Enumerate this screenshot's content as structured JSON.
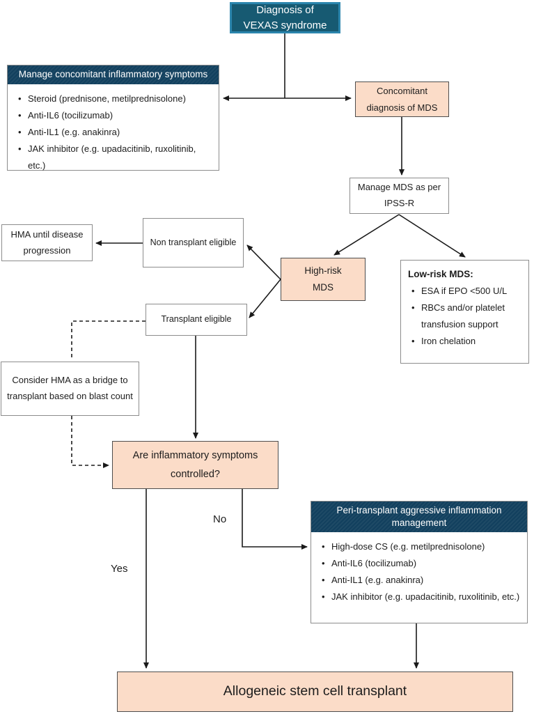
{
  "title": "VEXAS syndrome management flowchart",
  "colors": {
    "teal_fill": "#175a72",
    "teal_border": "#2b85ad",
    "navy_header": "#12405e",
    "peach_fill": "#fbdcc8",
    "dark_border": "#4d4d4d",
    "gray_border": "#8c8c8c",
    "line": "#1a1a1a"
  },
  "nodes": {
    "diagnosis": {
      "line1": "Diagnosis of",
      "line2": "VEXAS syndrome"
    },
    "manage_symptoms": {
      "title": "Manage concomitant inflammatory symptoms",
      "bullets": [
        "Steroid (prednisone, metilprednisolone)",
        "Anti-IL6 (tocilizumab)",
        "Anti-IL1 (e.g. anakinra)",
        "JAK inhibitor (e.g. upadacitinib, ruxolitinib, etc.)"
      ]
    },
    "concomitant_mds": {
      "line1": "Concomitant",
      "line2": "diagnosis of MDS"
    },
    "manage_mds": {
      "line1": "Manage MDS as per",
      "line2": "IPSS-R"
    },
    "hma": {
      "line1": "HMA until disease",
      "line2": "progression"
    },
    "non_transplant": {
      "label": "Non transplant eligible"
    },
    "high_risk": {
      "line1": "High-risk",
      "line2": "MDS"
    },
    "low_risk": {
      "title": "Low-risk MDS:",
      "bullets": [
        "ESA if EPO <500 U/L",
        "RBCs and/or platelet transfusion support",
        "Iron chelation"
      ]
    },
    "transplant": {
      "label": "Transplant eligible"
    },
    "consider_hma": {
      "line1": "Consider HMA as a bridge to",
      "line2": "transplant based on blast count"
    },
    "inflammatory": {
      "line1": "Are inflammatory symptoms",
      "line2": "controlled?"
    },
    "peri_transplant": {
      "title": "Peri-transplant aggressive inflammation management",
      "bullets": [
        "High-dose CS (e.g. metilprednisolone)",
        "Anti-IL6 (tocilizumab)",
        "Anti-IL1 (e.g. anakinra)",
        "JAK inhibitor (e.g. upadacitinib, ruxolitinib, etc.)"
      ]
    },
    "allogeneic": {
      "label": "Allogeneic stem cell transplant"
    }
  },
  "edge_labels": {
    "yes": "Yes",
    "no": "No"
  }
}
